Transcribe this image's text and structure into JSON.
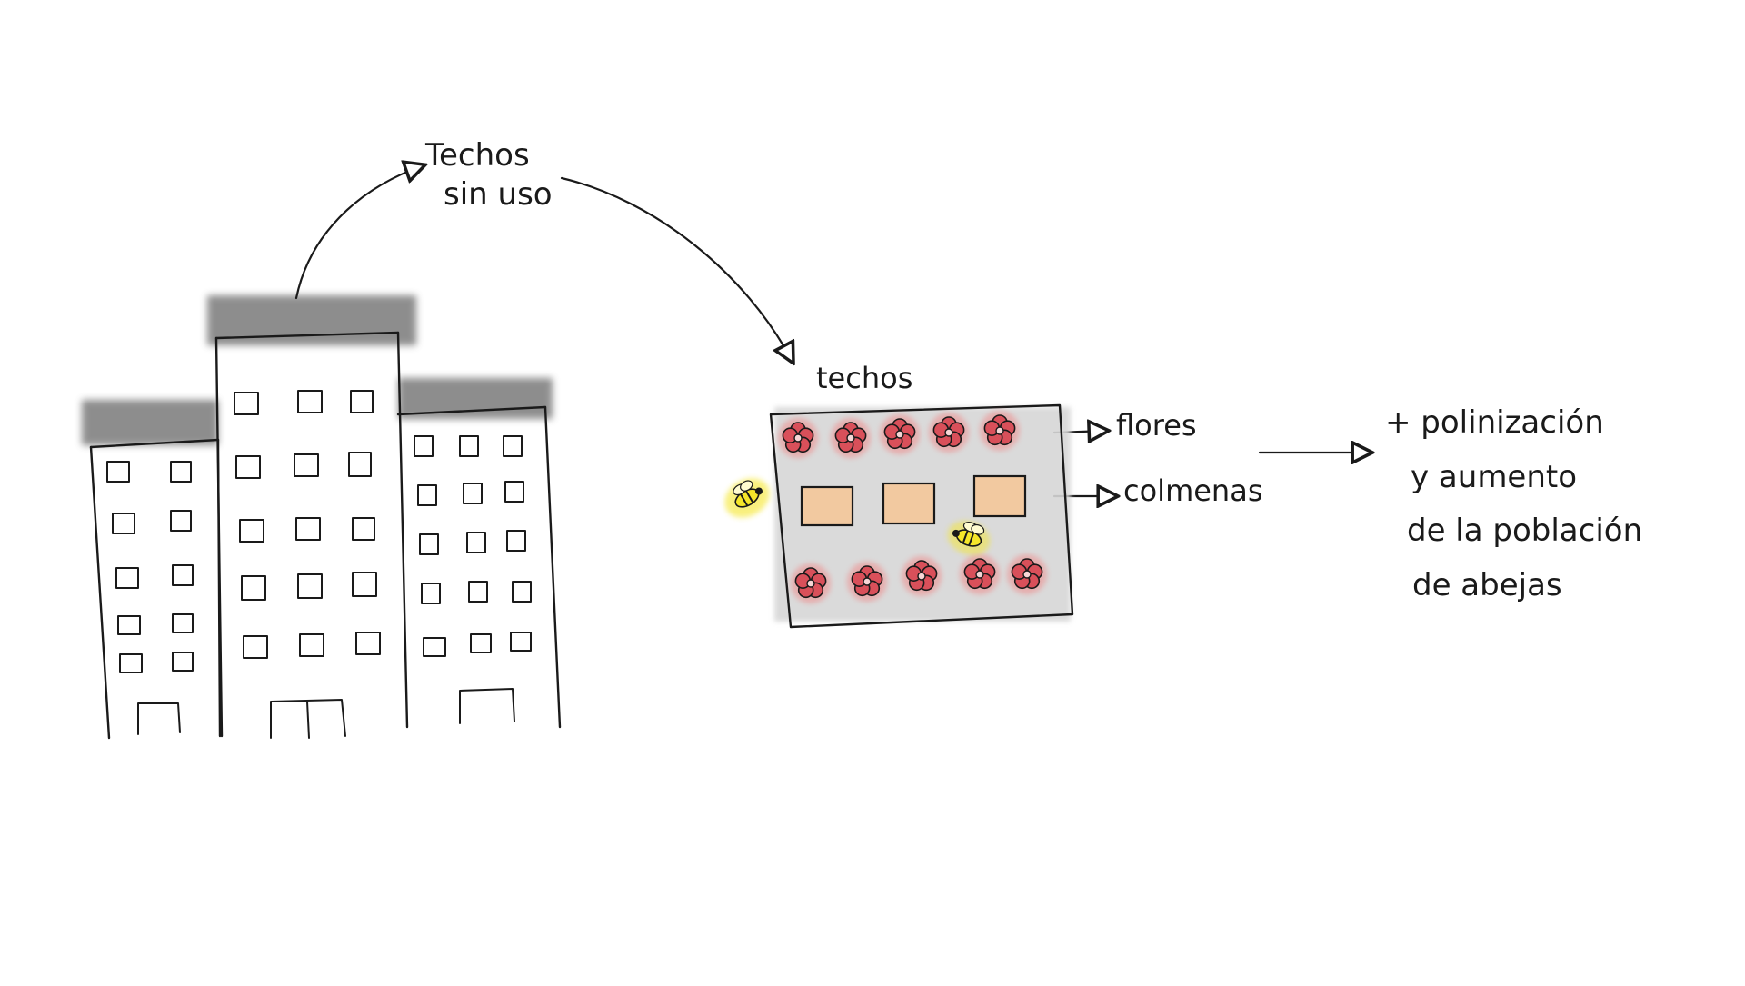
{
  "labels": {
    "unused_roofs_line1": "Techos",
    "unused_roofs_line2": "sin uso",
    "roofs": "techos",
    "flowers": "flores",
    "hives": "colmenas",
    "result_line1": "+ polinización",
    "result_line2": "y aumento",
    "result_line3": "de la población",
    "result_line4": "de abejas"
  },
  "colors": {
    "ink": "#1a1a1a",
    "roof_shade": "#7a7a7a",
    "garden_fill": "#d6d6d6",
    "flower_red": "#d9505a",
    "flower_glow": "#ef8a8a",
    "hive_fill": "#f2c9a0",
    "bee_yellow": "#f5e62a"
  },
  "icons": [
    "building-icon",
    "flower-icon",
    "beehive-icon",
    "bee-icon",
    "arrow-icon"
  ]
}
